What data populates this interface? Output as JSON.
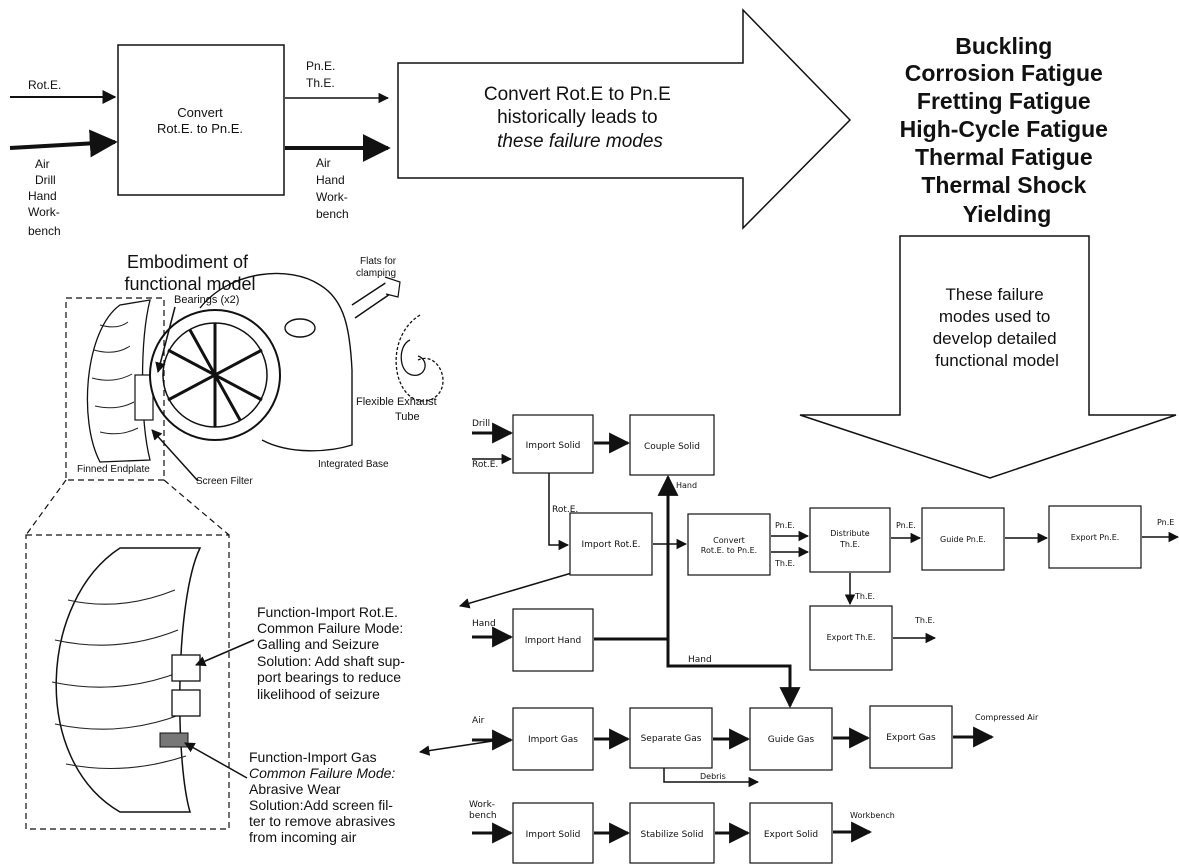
{
  "top": {
    "input_rote": "Rot.E.",
    "input_material": [
      "Air",
      "Drill",
      "Hand",
      "Work-",
      "bench"
    ],
    "box_title_1": "Convert",
    "box_title_2": "Rot.E. to Pn.E.",
    "out_pne": "Pn.E.",
    "out_the": "Th.E.",
    "out_material": [
      "Air",
      "Hand",
      "Work-",
      "bench"
    ]
  },
  "arrow_right_text": [
    "Convert Rot.E to Pn.E",
    "historically leads to",
    "these failure modes"
  ],
  "failure_modes": [
    "Buckling",
    "Corrosion Fatigue",
    "Fretting Fatigue",
    "High-Cycle Fatigue",
    "Thermal Fatigue",
    "Thermal Shock",
    "Yielding"
  ],
  "arrow_down_text": [
    "These failure",
    "modes used to",
    "develop detailed",
    "functional model"
  ],
  "embodiment": {
    "title": [
      "Embodiment of",
      "functional model"
    ],
    "bearings": "Bearings (x2)",
    "flats": [
      "Flats for",
      "clamping"
    ],
    "exhaust": [
      "Flexible Exhaust",
      "Tube"
    ],
    "finned": "Finned Endplate",
    "screen": "Screen Filter",
    "base": "Integrated Base"
  },
  "annotations": {
    "rote": [
      "Function-Import Rot.E.",
      "Common Failure Mode:",
      "Galling and Seizure",
      "Solution: Add shaft sup-",
      "port bearings to reduce",
      "likelihood of seizure"
    ],
    "gas": [
      "Function-Import Gas",
      "Common Failure Mode:",
      "Abrasive Wear",
      "Solution:Add screen fil-",
      "ter to remove abrasives",
      "from incoming air"
    ]
  },
  "model": {
    "import_solid": "Import Solid",
    "couple_solid": "Couple Solid",
    "import_rote": "Import Rot.E.",
    "convert_1": "Convert",
    "convert_2": "Rot.E. to Pn.E.",
    "distribute_1": "Distribute",
    "distribute_2": "Th.E.",
    "guide_pne": "Guide Pn.E.",
    "export_pne": "Export Pn.E.",
    "export_the": "Export Th.E.",
    "import_hand": "Import Hand",
    "import_gas": "Import Gas",
    "separate_gas": "Separate Gas",
    "guide_gas": "Guide Gas",
    "export_gas": "Export Gas",
    "import_solid_2": "Import Solid",
    "stabilize_solid": "Stabilize Solid",
    "export_solid": "Export Solid",
    "lbl_drill": "Drill",
    "lbl_rote": "Rot.E.",
    "lbl_rote_2": "Rot.E.",
    "lbl_hand_top": "Hand",
    "lbl_pne_1": "Pn.E.",
    "lbl_the_1": "Th.E.",
    "lbl_pne_2": "Pn.E.",
    "lbl_pne_3": "Pn.E",
    "lbl_the_2": "Th.E.",
    "lbl_the_3": "Th.E.",
    "lbl_hand": "Hand",
    "lbl_hand_2": "Hand",
    "lbl_air": "Air",
    "lbl_compressed": "Compressed Air",
    "lbl_debris": "Debris",
    "lbl_work_1": "Work-",
    "lbl_work_2": "bench",
    "lbl_workbench": "Workbench"
  }
}
